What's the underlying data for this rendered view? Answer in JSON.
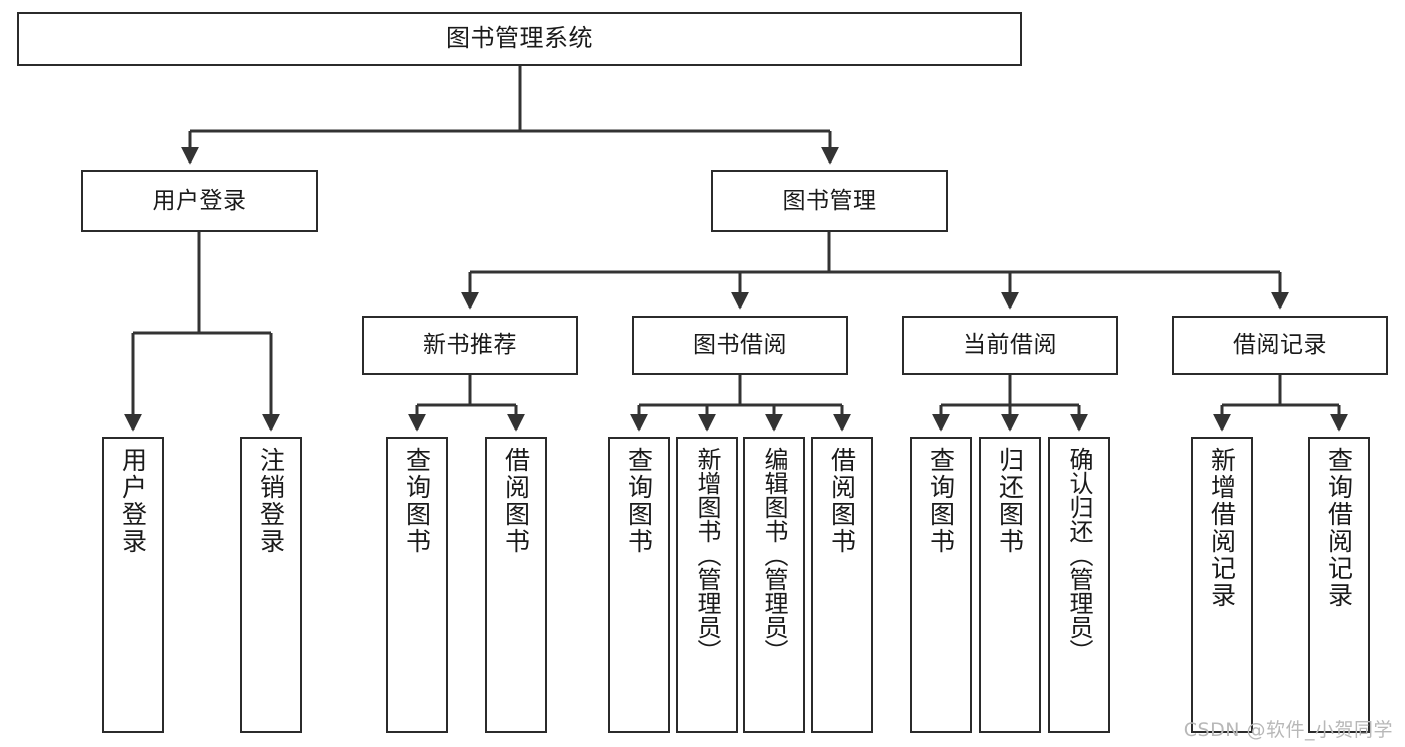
{
  "diagram": {
    "title": "图书管理系统",
    "type": "tree-hierarchy-chart",
    "colors": {
      "box_border": "#2b2b2b",
      "box_fill": "#ffffff",
      "connector": "#333333",
      "text": "#1a1a1a",
      "watermark": "#b8b8b8"
    },
    "watermark": "CSDN @软件_小贺同学",
    "root": {
      "label": "图书管理系统",
      "orientation": "horizontal"
    },
    "level2": [
      {
        "label": "用户登录",
        "orientation": "horizontal"
      },
      {
        "label": "图书管理",
        "orientation": "horizontal"
      }
    ],
    "level3": [
      {
        "label": "新书推荐",
        "orientation": "horizontal"
      },
      {
        "label": "图书借阅",
        "orientation": "horizontal"
      },
      {
        "label": "当前借阅",
        "orientation": "horizontal"
      },
      {
        "label": "借阅记录",
        "orientation": "horizontal"
      }
    ],
    "leaves": {
      "user_login": [
        {
          "label": "用户登录",
          "orientation": "vertical"
        },
        {
          "label": "注销登录",
          "orientation": "vertical"
        }
      ],
      "new_book_recommend": [
        {
          "label": "查询图书",
          "orientation": "vertical"
        },
        {
          "label": "借阅图书",
          "orientation": "vertical"
        }
      ],
      "book_borrow": [
        {
          "label": "查询图书",
          "orientation": "vertical"
        },
        {
          "label": "新增图书（管理员）",
          "orientation": "vertical"
        },
        {
          "label": "编辑图书（管理员）",
          "orientation": "vertical"
        },
        {
          "label": "借阅图书",
          "orientation": "vertical"
        }
      ],
      "current_borrow": [
        {
          "label": "查询图书",
          "orientation": "vertical"
        },
        {
          "label": "归还图书",
          "orientation": "vertical"
        },
        {
          "label": "确认归还（管理员）",
          "orientation": "vertical"
        }
      ],
      "borrow_record": [
        {
          "label": "新增借阅记录",
          "orientation": "vertical"
        },
        {
          "label": "查询借阅记录",
          "orientation": "vertical"
        }
      ]
    }
  }
}
